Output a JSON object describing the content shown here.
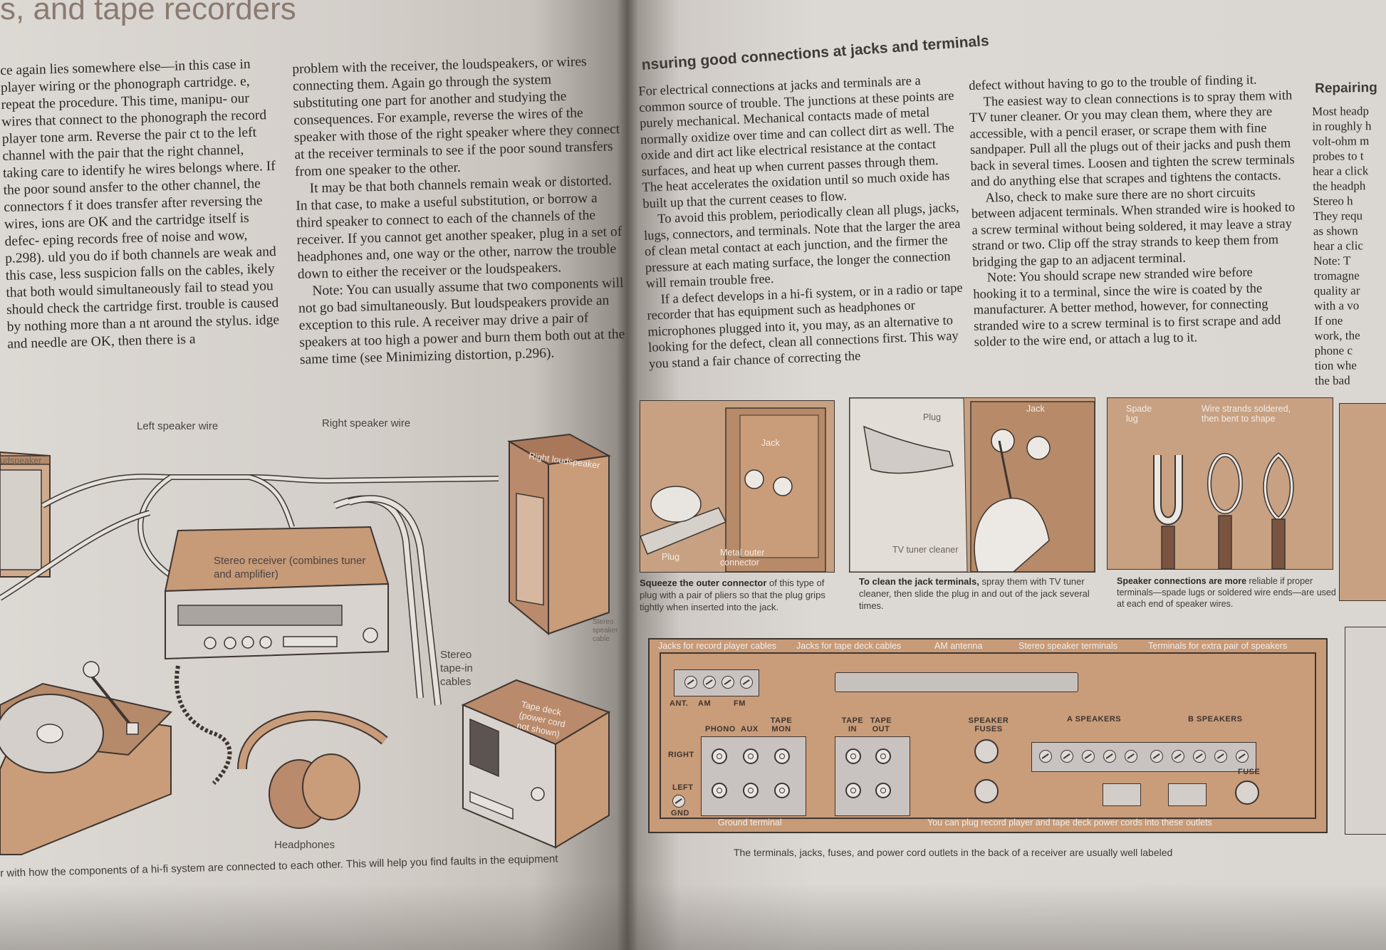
{
  "left_page": {
    "section_title": "s, and tape recorders",
    "column1": [
      "ce again lies somewhere else—in this case in player wiring or the phonograph cartridge. e, repeat the procedure. This time, manipu- our wires that connect to the phonograph the record player tone arm. Reverse the pair ct to the left channel with the pair that the right channel, taking care to identify he wires belongs where. If the poor sound ansfer to the other channel, the connectors f it does transfer after reversing the wires, ions are OK and the cartridge itself is defec- eping records free of noise and wow, p.298). uld you do if both channels are weak and this case, less suspicion falls on the cables, ikely that both would simultaneously fail to stead you should check the cartridge first. trouble is caused by nothing more than a nt around the stylus. idge and needle are OK, then there is a"
    ],
    "column2": [
      "problem with the receiver, the loudspeakers, or wires connecting them. Again go through the system substituting one part for another and studying the consequences. For example, reverse the wires of the speaker with those of the right speaker where they connect at the receiver terminals to see if the poor sound transfers from one speaker to the other.",
      "It may be that both channels remain weak or distorted. In that case, to make a useful substitution, or borrow a third speaker to connect to each of the channels of the receiver. If you cannot get another speaker, plug in a set of headphones and, one way or the other, narrow the trouble down to either the receiver or the loudspeakers.",
      "Note: You can usually assume that two components will not go bad simultaneously. But loudspeakers provide an exception to this rule. A receiver may drive a pair of speakers at too high a power and burn them both out at the same time (see Minimizing distortion, p.296)."
    ],
    "diagram_labels": {
      "loudspeaker": "udspeaker",
      "left_speaker_wire": "Left speaker wire",
      "right_speaker_wire": "Right speaker wire",
      "right_loudspeaker": "Right loudspeaker",
      "stereo_receiver": "Stereo receiver (combines tuner and amplifier)",
      "stereo_tape_in": "Stereo tape-in cables",
      "stereo_speaker_cable": "Stereo speaker cable",
      "tape_deck": "Tape deck (power cord not shown)",
      "headphones": "Headphones"
    },
    "caption": "r with how the components of a hi-fi system are connected to each other. This will help you find faults in the equipment"
  },
  "right_page": {
    "heading": "nsuring good connections at jacks and terminals",
    "column3": [
      "For electrical connections at jacks and terminals are a common source of trouble. The junctions at these points are purely mechanical. Mechanical contacts made of metal normally oxidize over time and can collect dirt as well. The oxide and dirt act like electrical resistance at the contact surfaces, and heat up when current passes through them. The heat accelerates the oxidation until so much oxide has built up that the current ceases to flow.",
      "To avoid this problem, periodically clean all plugs, jacks, lugs, connectors, and terminals. Note that the larger the area of clean metal contact at each junction, and the firmer the pressure at each mating surface, the longer the connection will remain trouble free.",
      "If a defect develops in a hi-fi system, or in a radio or tape recorder that has equipment such as headphones or microphones plugged into it, you may, as an alternative to looking for the defect, clean all connections first. This way you stand a fair chance of correcting the"
    ],
    "column4": [
      "defect without having to go to the trouble of finding it.",
      "The easiest way to clean connections is to spray them with TV tuner cleaner. Or you may clean them, where they are accessible, with a pencil eraser, or scrape them with fine sandpaper. Pull all the plugs out of their jacks and push them back in several times. Loosen and tighten the screw terminals and do anything else that scrapes and tightens the contacts.",
      "Also, check to make sure there are no short circuits between adjacent terminals. When stranded wire is hooked to a screw terminal without being soldered, it may leave a stray strand or two. Clip off the stray strands to keep them from bridging the gap to an adjacent terminal.",
      "Note: You should scrape new stranded wire before hooking it to a terminal, since the wire is coated by the manufacturer. A better method, however, for connecting stranded wire to a screw terminal is to first scrape and add solder to the wire end, or attach a lug to it."
    ],
    "column5": {
      "heading": "Repairing",
      "lines": [
        "Most headp",
        "in roughly h",
        "volt-ohm m",
        "probes to t",
        "hear a click",
        "the headph",
        "  Stereo h",
        "They requ",
        "as shown",
        "hear a clic",
        "  Note: T",
        "tromagne",
        "quality ar",
        "with a vo",
        "  If one",
        "work, the",
        "phone c",
        "tion whe",
        "the bad"
      ]
    },
    "figures": [
      {
        "labels": [
          "Jack",
          "Plug",
          "Metal outer connector"
        ],
        "caption_bold": "Squeeze the outer connector",
        "caption_rest": "of this type of plug with a pair of pliers so that the plug grips tightly when inserted into the jack."
      },
      {
        "labels": [
          "Plug",
          "Jack",
          "TV tuner cleaner"
        ],
        "caption_bold": "To clean the jack terminals,",
        "caption_rest": "spray them with TV tuner cleaner, then slide the plug in and out of the jack several times."
      },
      {
        "labels": [
          "Spade lug",
          "Wire strands soldered, then bent to shape"
        ],
        "caption_bold": "Speaker connections are more",
        "caption_rest": "reliable if proper terminals—spade lugs or soldered wire ends—are used at each end of speaker wires."
      }
    ],
    "panel": {
      "callouts_top": [
        "Jacks for record player cables",
        "Jacks for tape deck cables",
        "AM antenna",
        "Stereo speaker terminals",
        "Terminals for extra pair of speakers"
      ],
      "labels": {
        "ant": "ANT.",
        "am": "AM",
        "fm": "FM",
        "phono": "PHONO",
        "aux": "AUX",
        "tape_mon": "TAPE MON",
        "tape_in": "TAPE IN",
        "tape_out": "TAPE OUT",
        "speaker_fuses": "SPEAKER FUSES",
        "a_speakers": "A SPEAKERS",
        "b_speakers": "B SPEAKERS",
        "right": "RIGHT",
        "left": "LEFT",
        "gnd": "GND",
        "fuse": "FUSE"
      },
      "callouts_bottom": [
        "Ground terminal",
        "You can plug record player and tape deck power cords into these outlets"
      ],
      "caption": "The terminals, jacks, fuses, and power cord outlets in the back of a receiver are usually well labeled"
    }
  },
  "colors": {
    "illustration_brown": "#c79a78",
    "paper": "#dad6d1",
    "ink": "#2b2826",
    "gray_panel": "#c8c3c0"
  }
}
